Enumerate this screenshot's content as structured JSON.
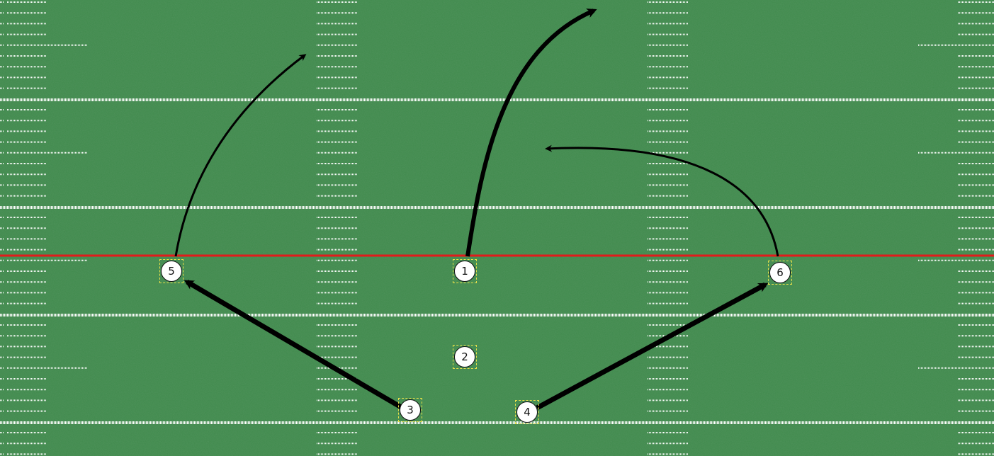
{
  "field": {
    "turf_color": "#3f8a4c",
    "line_color": "#ffffff",
    "scrimmage_color": "#e21b1b"
  },
  "players": [
    {
      "label": "1"
    },
    {
      "label": "2"
    },
    {
      "label": "3"
    },
    {
      "label": "4"
    },
    {
      "label": "5"
    },
    {
      "label": "6"
    }
  ]
}
